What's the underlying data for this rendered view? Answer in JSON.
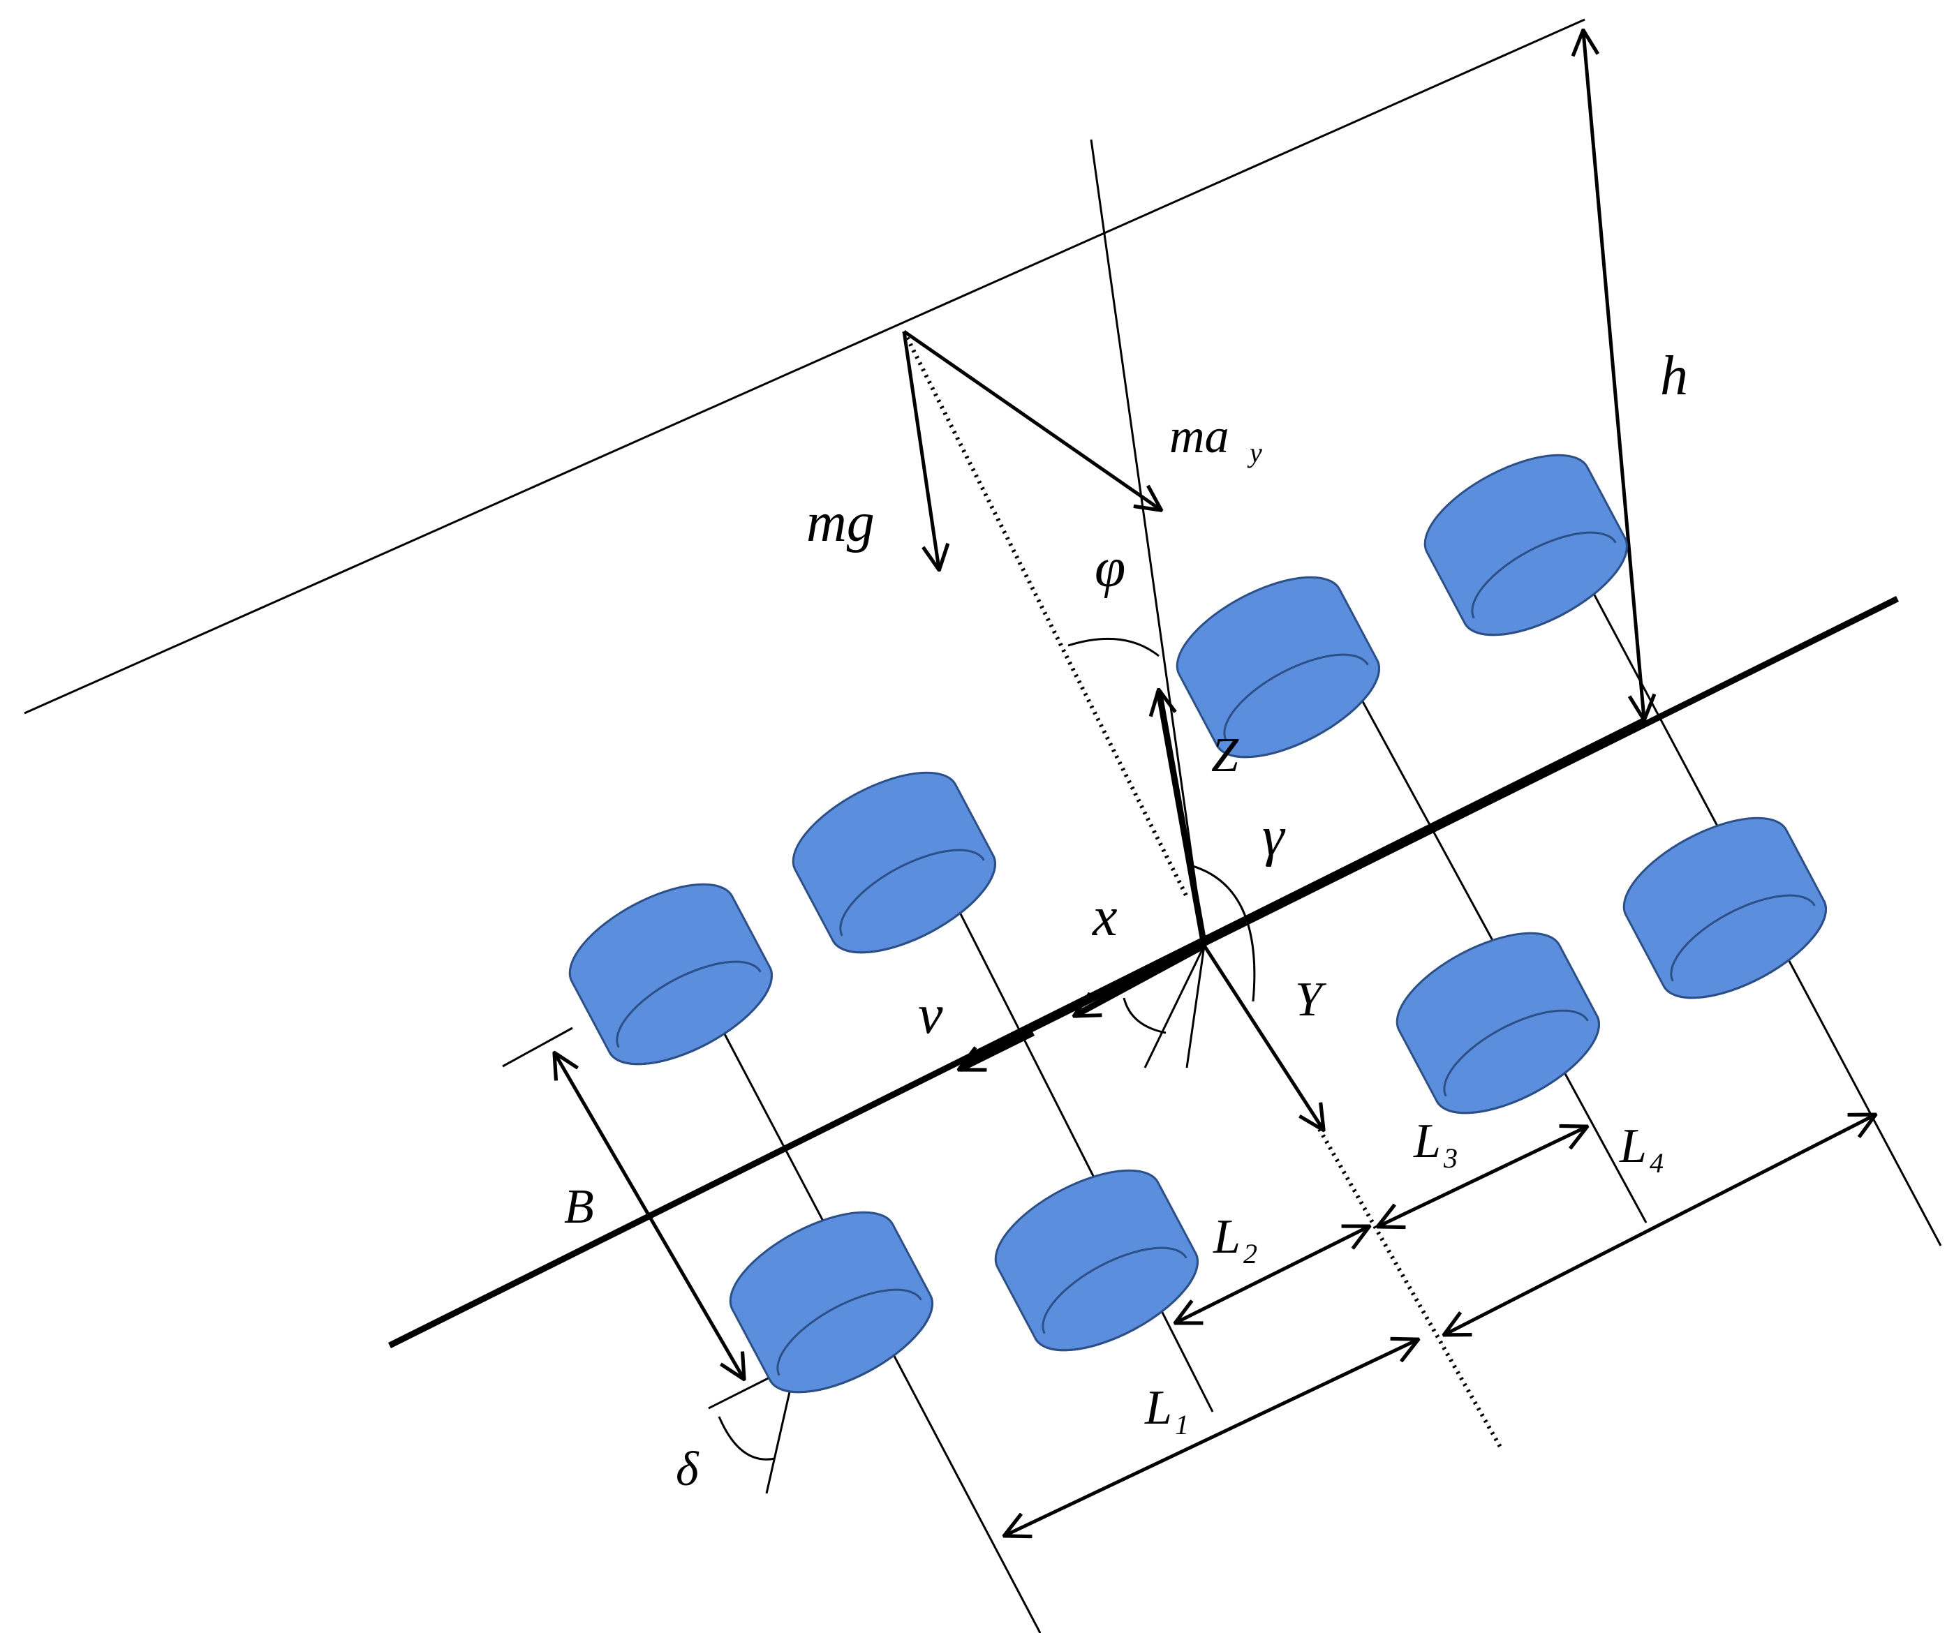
{
  "colors": {
    "wheel": "#5b8fde",
    "wheel_outline": "#2b4f86",
    "line": "#000000"
  },
  "labels": {
    "h": "h",
    "mg": "mg",
    "ma": "ma",
    "ma_sub": "y",
    "phi": "φ",
    "Z": "Z",
    "gamma": "γ",
    "x": "x",
    "Y": "Y",
    "v": "v",
    "B": "B",
    "delta": "δ",
    "L": "L",
    "L1_sub": "1",
    "L2_sub": "2",
    "L3_sub": "3",
    "L4_sub": "4"
  },
  "icons": {
    "wheel": "cylinder-wheel-icon",
    "arrow": "arrowhead-icon"
  }
}
